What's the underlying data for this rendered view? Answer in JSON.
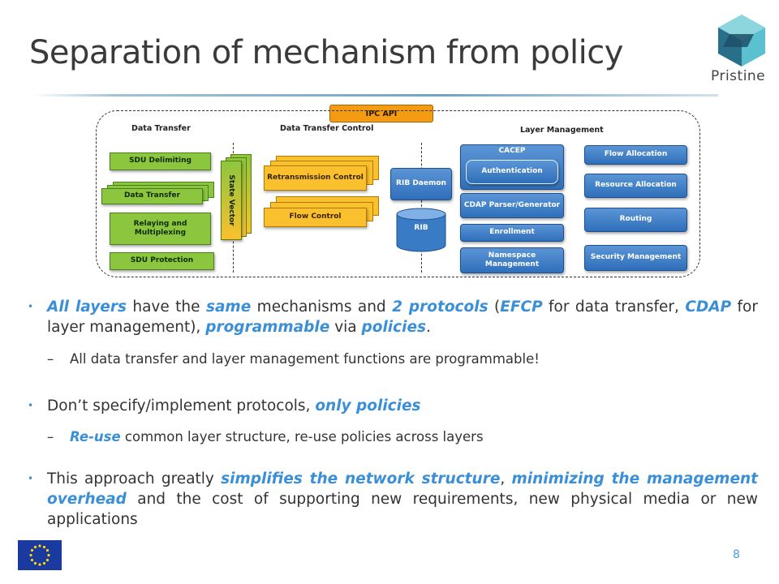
{
  "slide": {
    "title": "Separation of mechanism from policy",
    "logo_text": "Pristine",
    "page_number": "8"
  },
  "diagram": {
    "ipc_api": "IPC API",
    "sections": {
      "data_transfer": "Data Transfer",
      "data_transfer_control": "Data Transfer Control",
      "layer_management": "Layer Management"
    },
    "data_transfer": {
      "sdu_delimiting": "SDU Delimiting",
      "data_transfer": "Data Transfer",
      "relaying": "Relaying and Multiplexing",
      "sdu_protection": "SDU Protection"
    },
    "state_vector": "State Vector",
    "control": {
      "retransmission": "Retransmission Control",
      "flow_control": "Flow Control"
    },
    "rib_daemon": "RIB Daemon",
    "rib": "RIB",
    "layer_mgmt": {
      "cacep": "CACEP",
      "authentication": "Authentication",
      "cdap": "CDAP Parser/Generator",
      "enrollment": "Enrollment",
      "namespace": "Namespace Management",
      "flow_allocation": "Flow Allocation",
      "resource_allocation": "Resource Allocation",
      "routing": "Routing",
      "security": "Security Management"
    }
  },
  "bullets": {
    "b1": {
      "p1": "All layers",
      "p2": " have the ",
      "p3": "same",
      "p4": " mechanisms and ",
      "p5": "2 protocols",
      "p6": " (",
      "p7": "EFCP",
      "p8": " for data transfer, ",
      "p9": "CDAP",
      "p10": " for layer management), ",
      "p11": "programmable",
      "p12": " via ",
      "p13": "policies",
      "p14": ".",
      "sub": "All data transfer and layer management functions are programmable!"
    },
    "b2": {
      "p1": "Don’t specify/implement  protocols, ",
      "p2": "only policies",
      "sub_em": "Re-use",
      "sub_rest": " common layer structure, re-use policies across layers"
    },
    "b3": {
      "p1": "This approach greatly ",
      "p2": "simplifies the network structure",
      "p3": ", ",
      "p4": "minimizing the management overhead",
      "p5": " and the cost of supporting new requirements, new physical media or new applications"
    }
  },
  "colors": {
    "accent": "#3a8fd6",
    "green_box": "#8cc63f",
    "orange_box": "#fbc02d",
    "blue_box": "#2f6fba",
    "ipc_api": "#f39c12"
  }
}
